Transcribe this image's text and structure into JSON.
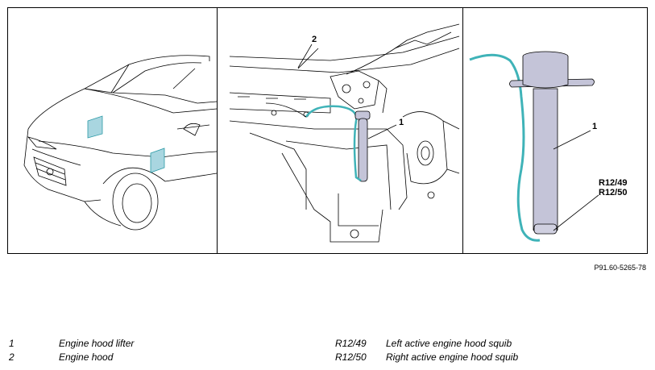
{
  "figure": {
    "callouts": {
      "middle_hood": "2",
      "middle_lifter": "1",
      "right_lifter": "1",
      "right_squib_a": "R12/49",
      "right_squib_b": "R12/50"
    },
    "reference": "P91.60-5265-78"
  },
  "legend": {
    "left": [
      {
        "num": "1",
        "text": "Engine hood lifter"
      },
      {
        "num": "2",
        "text": "Engine hood"
      }
    ],
    "right": [
      {
        "num": "R12/49",
        "text": "Left active engine hood squib"
      },
      {
        "num": "R12/50",
        "text": "Right active engine hood squib"
      }
    ]
  },
  "colors": {
    "accent_fill": "#a9d6e0",
    "accent_stroke": "#2a9aa6",
    "cable": "#3fb3b8",
    "lifter": "#c4c4d8"
  }
}
